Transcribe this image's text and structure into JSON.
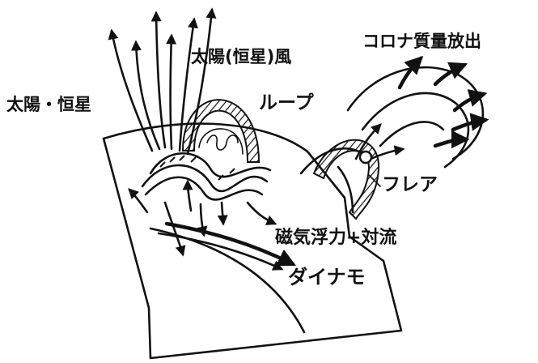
{
  "labels": {
    "star": "太陽・恒星",
    "wind": "太陽(恒星)風",
    "loop": "ループ",
    "cme": "コロナ質量放出",
    "flare": "フレア",
    "convection": "磁気浮力+対流",
    "dynamo": "ダイナモ"
  }
}
